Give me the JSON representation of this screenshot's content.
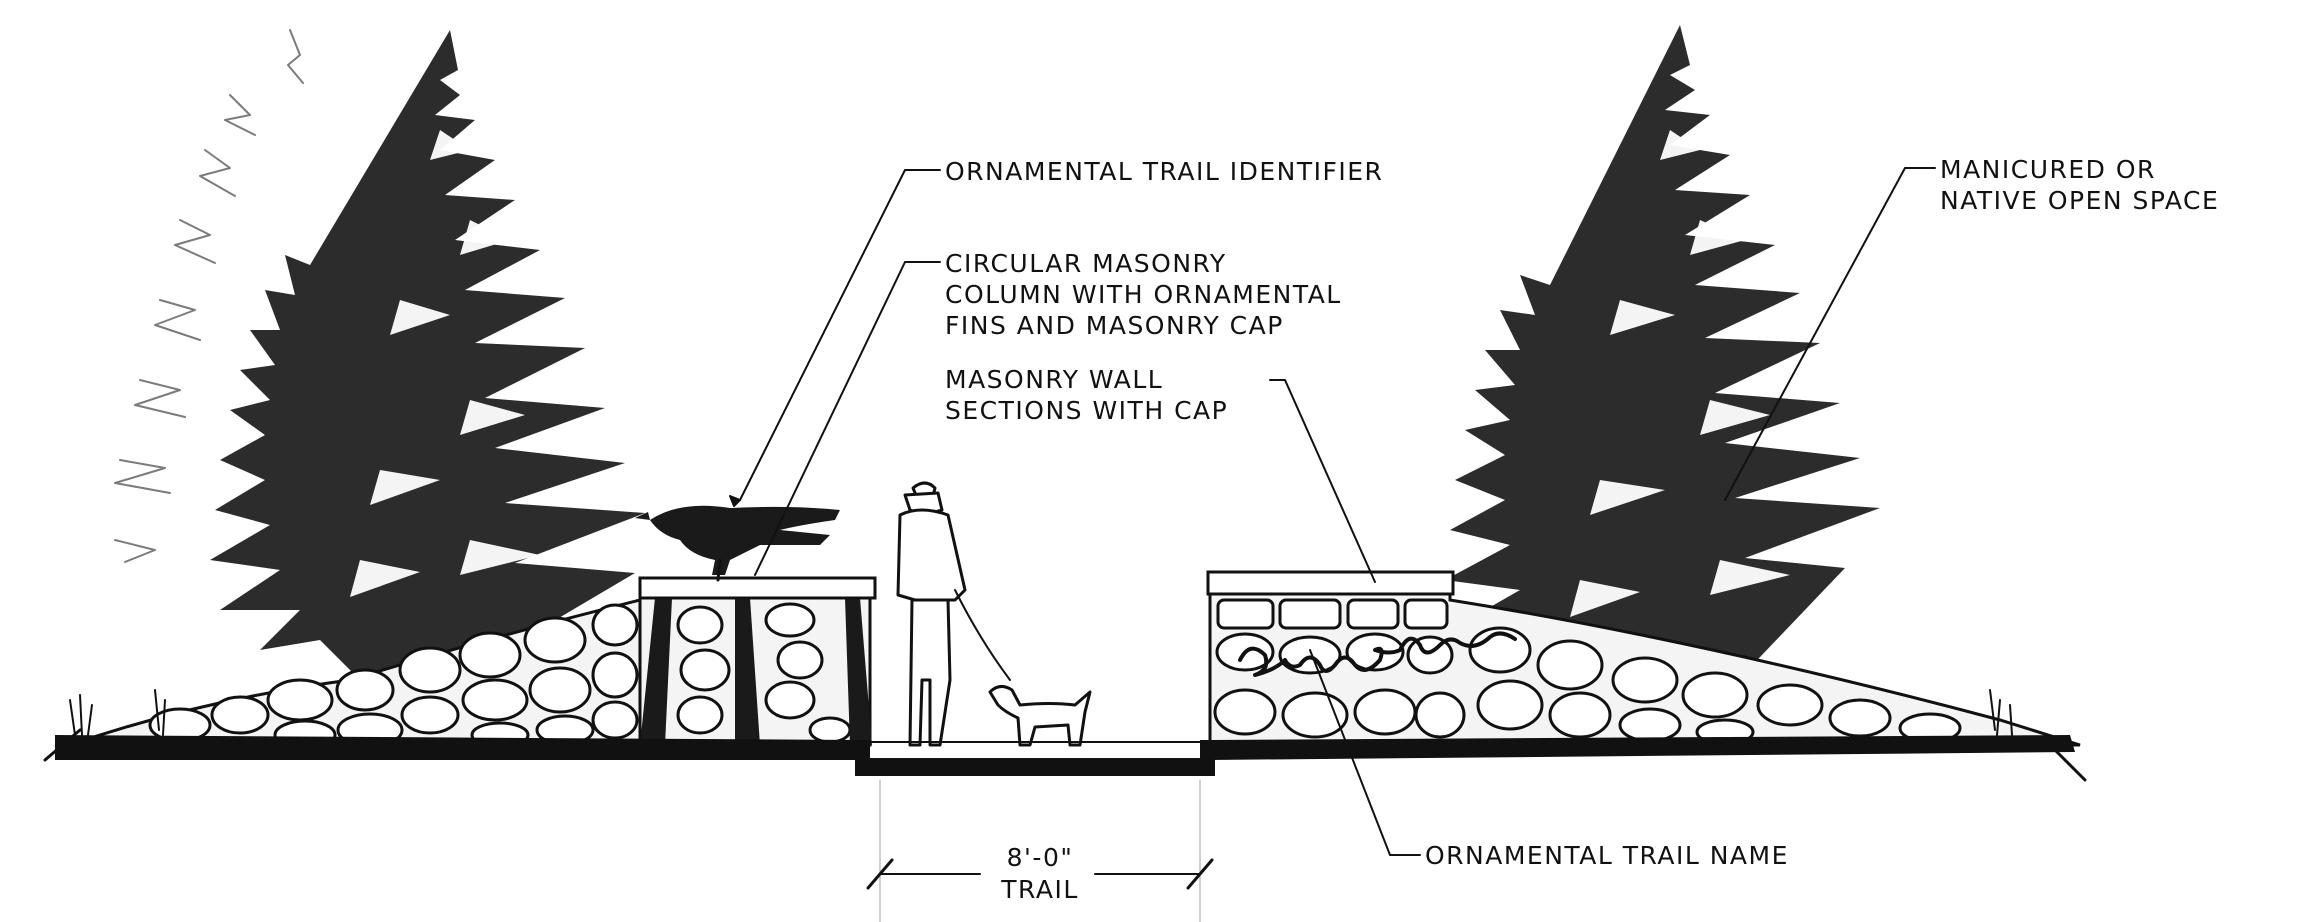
{
  "callouts": {
    "trail_identifier": "ORNAMENTAL TRAIL IDENTIFIER",
    "masonry_column": [
      "CIRCULAR MASONRY",
      "COLUMN WITH ORNAMENTAL",
      "FINS AND MASONRY CAP"
    ],
    "masonry_wall": [
      "MASONRY WALL",
      "SECTIONS WITH CAP"
    ],
    "open_space": [
      "MANICURED OR",
      "NATIVE OPEN SPACE"
    ],
    "trail_name": "ORNAMENTAL TRAIL NAME"
  },
  "dimension": {
    "value": "8'-0\"",
    "label": "TRAIL"
  },
  "colors": {
    "ink": "#111111",
    "background": "#ffffff",
    "stone_fill": "#f4f4f4"
  },
  "icons": [
    "evergreen-tree",
    "bird-sculpture",
    "pedestrian",
    "dog",
    "stone-wall",
    "grass-tuft"
  ]
}
